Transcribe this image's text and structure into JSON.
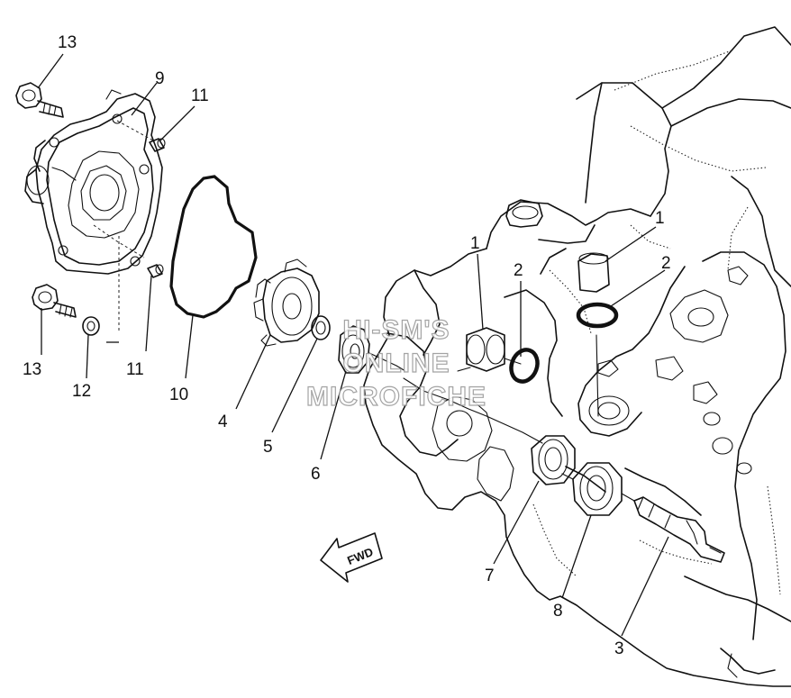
{
  "callouts": [
    {
      "id": "c13a",
      "text": "13"
    },
    {
      "id": "c9",
      "text": "9"
    },
    {
      "id": "c11a",
      "text": "11"
    },
    {
      "id": "c13b",
      "text": "13"
    },
    {
      "id": "c12",
      "text": "12"
    },
    {
      "id": "c11b",
      "text": "11"
    },
    {
      "id": "c10",
      "text": "10"
    },
    {
      "id": "c4",
      "text": "4"
    },
    {
      "id": "c5",
      "text": "5"
    },
    {
      "id": "c6",
      "text": "6"
    },
    {
      "id": "c1a",
      "text": "1"
    },
    {
      "id": "c2a",
      "text": "2"
    },
    {
      "id": "c1b",
      "text": "1"
    },
    {
      "id": "c2b",
      "text": "2"
    },
    {
      "id": "c7",
      "text": "7"
    },
    {
      "id": "c8",
      "text": "8"
    },
    {
      "id": "c3",
      "text": "3"
    }
  ],
  "watermark": {
    "line1": "HI-SM'S",
    "line2": "ONLINE",
    "line3": "MICROFICHE"
  },
  "direction_arrow": {
    "label": "FWD"
  }
}
